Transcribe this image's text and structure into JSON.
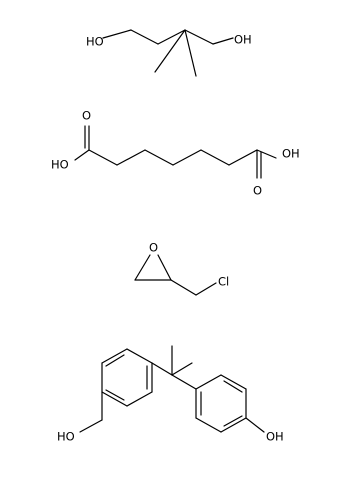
{
  "colors": {
    "bond": "#000000",
    "label": "#000000",
    "background": "#ffffff"
  },
  "molecules": [
    {
      "labels": [
        "HO",
        "OH"
      ]
    },
    {
      "labels": [
        "O",
        "HO",
        "OH",
        "O"
      ]
    },
    {
      "labels": [
        "O",
        "Cl"
      ]
    },
    {
      "labels": [
        "HO",
        "OH"
      ]
    }
  ]
}
